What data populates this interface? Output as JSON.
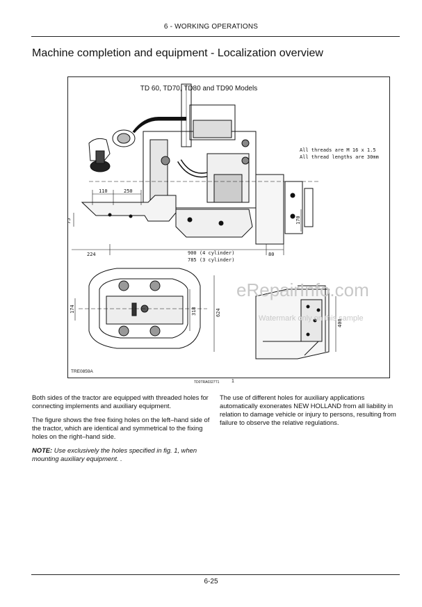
{
  "header": {
    "section": "6 - WORKING OPERATIONS"
  },
  "title": "Machine completion and equipment - Localization overview",
  "figure": {
    "caption": "TD 60, TD70, TD80 and TD90 Models",
    "note_line1": "All threads are M 16 x 1.5",
    "note_line2": "All thread lengths are 30mm",
    "ref_left": "TRE0859A",
    "ref_right": "TD0TRA0327T1",
    "fig_number": "1",
    "dims": {
      "d110": "110",
      "d250": "250",
      "d75": "75",
      "d224": "224",
      "d900": "900 (4 cylinder)",
      "d785": "785 (3 cylinder)",
      "d80": "80",
      "d170": "170",
      "d174": "174",
      "d318": "318",
      "d624": "624",
      "d400": "400"
    }
  },
  "watermark": {
    "site": "eRepairInfo.com",
    "sample": "Watermark only on this sample"
  },
  "body": {
    "left_p1": "Both sides of the tractor are equipped with threaded holes for connecting implements and auxiliary equipment.",
    "left_p2": "The figure shows the free fixing holes on the left–hand side of the tractor, which are identical and symmetrical to the fixing holes on the right–hand side.",
    "note_label": "NOTE:",
    "note_text": " Use exclusively the holes specified in fig. 1, when mounting auxiliary equipment.  .",
    "right_p1": "The use of different holes for auxiliary applications automatically exonerates NEW HOLLAND from all liability in relation to damage vehicle or injury to persons, resulting from failure to observe the relative regulations."
  },
  "footer": {
    "page": "6-25"
  }
}
